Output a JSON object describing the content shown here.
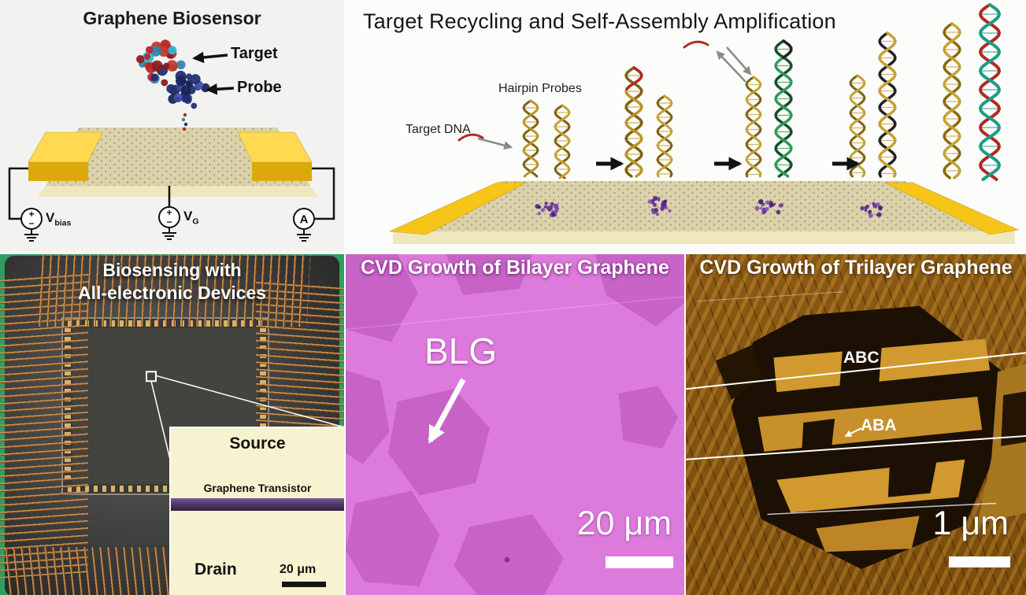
{
  "biosensor": {
    "title": "Graphene Biosensor",
    "target_label": "Target",
    "probe_label": "Probe",
    "vbias_main": "V",
    "vbias_sub": "bias",
    "vg_main": "V",
    "vg_sub": "G",
    "ammeter_label": "A",
    "plus_symbol": "+",
    "minus_symbol": "−"
  },
  "amplification": {
    "title": "Target Recycling and Self-Assembly Amplification",
    "hairpin_probes_label": "Hairpin Probes",
    "target_dna_label": "Target DNA"
  },
  "devices": {
    "title_line1": "Biosensing with",
    "title_line2": "All-electronic Devices",
    "source_label": "Source",
    "transistor_label": "Graphene Transistor",
    "drain_label": "Drain",
    "scale_label": "20 μm"
  },
  "bilayer": {
    "title": "CVD Growth of Bilayer Graphene",
    "region_label": "BLG",
    "scale_label": "20 μm"
  },
  "trilayer": {
    "title": "CVD Growth of Trilayer Graphene",
    "stacking_label_abc": "ABC",
    "stacking_label_aba": "ABA",
    "scale_label": "1 μm"
  },
  "colors": {
    "gold_electrode": "#f5c518",
    "graphene_tan": "#dbd2aa",
    "orchid_background": "#dd7bdd",
    "orchid_patch": "#c561c5",
    "afm_amber": "#8a5a14",
    "afm_dark_flake": "#1b1003",
    "afm_gold_terrace": "#d1992e",
    "board_green": "#2f9e5e",
    "copper_wire": "#cf9050",
    "inset_cream": "#f7f2cf",
    "channel_purple": "#503a6b"
  }
}
